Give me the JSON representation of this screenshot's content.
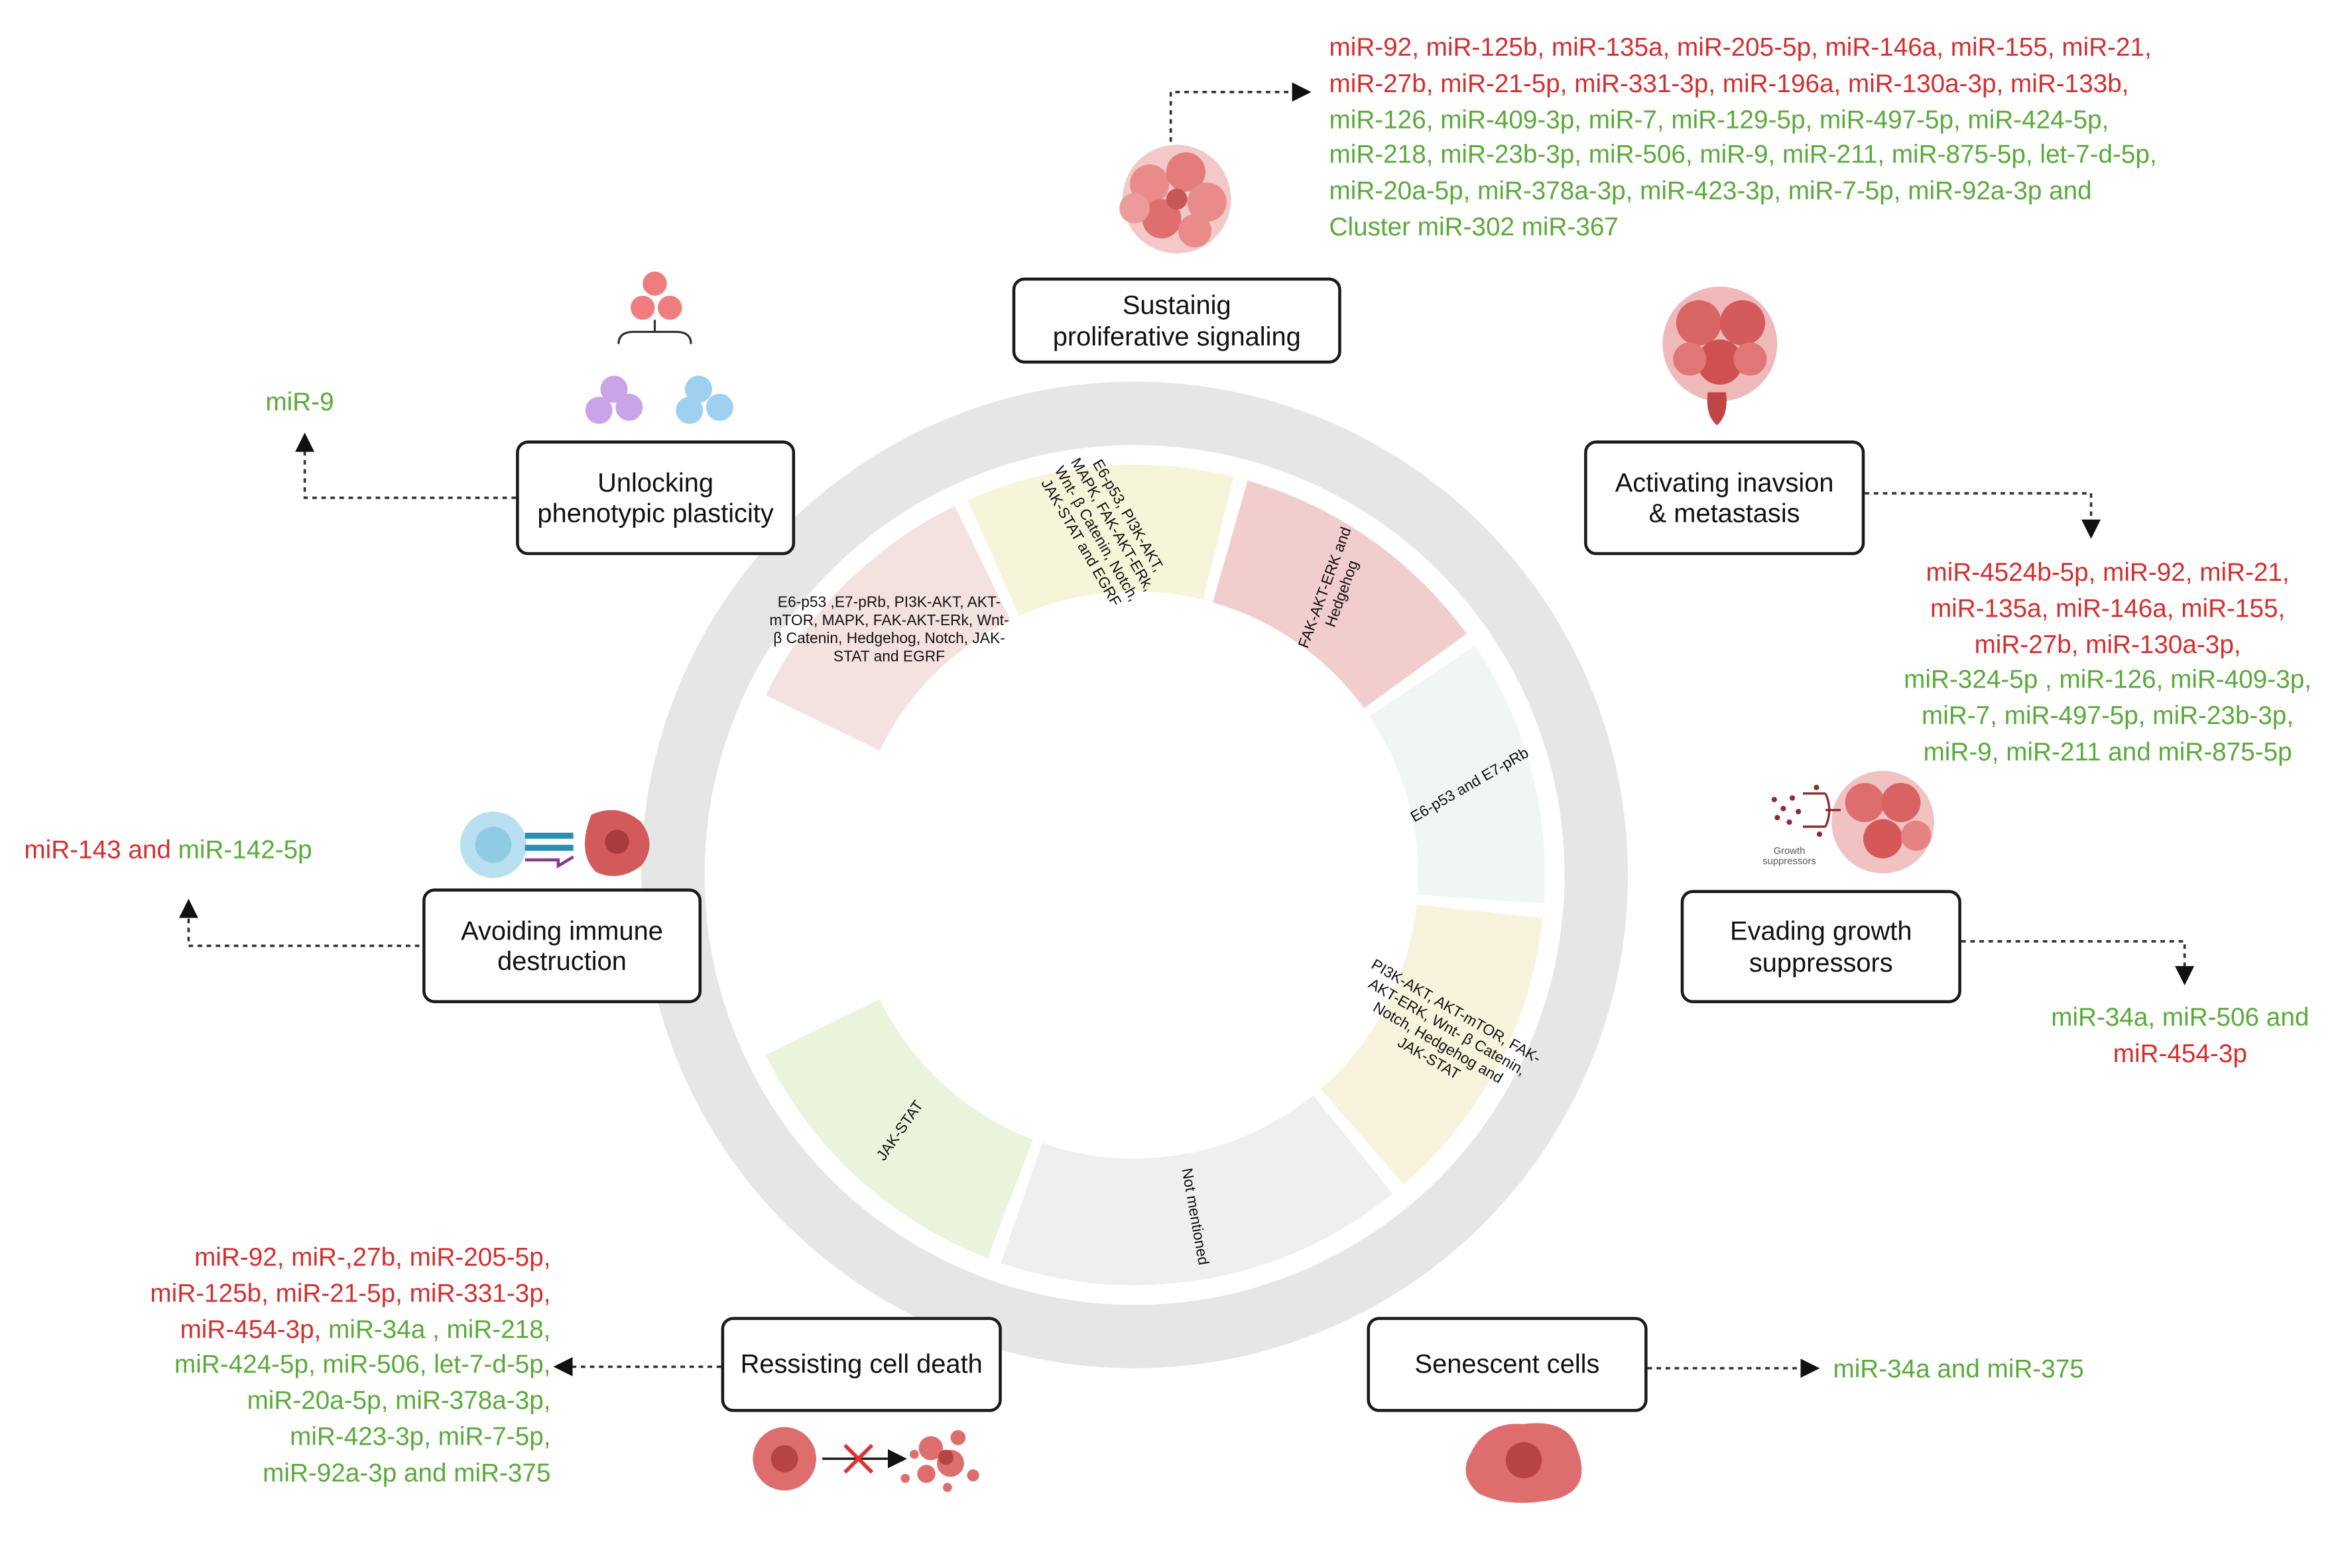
{
  "colors": {
    "red": "#d32f2f",
    "green": "#5aaa3b",
    "ring": "#e6e6e6"
  },
  "ring_segments": [
    {
      "text": "E6-p53 ,E7-pRb, PI3K-AKT,     AKT-\nmTOR, MAPK, FAK-AKT-ERk, Wnt-\nβ Catenin, Hedgehog, Notch, JAK-\nSTAT and EGRF",
      "color": "#f4e2e1"
    },
    {
      "text": "E6-p53, PI3K-AKT,\nMAPK, FAK-AKT-ERk,\nWnt- β Catenin, Notch,\nJAK-STAT and EGRF",
      "color": "#f7f5d9"
    },
    {
      "text": "FAK-AKT-ERK and\nHedgehog",
      "color": "#f2cdcd"
    },
    {
      "text": "E6-p53 and E7-pRb",
      "color": "#eff6f4"
    },
    {
      "text": "PI3K-AKT, AKT-mTOR, FAK-\nAKT-ERK, Wnt- β Catenin,\nNotch, Hedgehog and\nJAK-STAT",
      "color": "#f7f3dc"
    },
    {
      "text": "Not mentioned",
      "color": "#efefef"
    },
    {
      "text": "JAK-STAT",
      "color": "#eaf4dc"
    }
  ],
  "hallmarks": {
    "proliferative": "Sustainig\nproliferative signaling",
    "invasion": "Activating inavsion\n& metastasis",
    "growth": "Evading growth\nsuppressors",
    "senescent": "Senescent cells",
    "death": "Ressisting cell death",
    "immune": "Avoiding immune\ndestruction",
    "plasticity": "Unlocking\nphenotypic plasticity"
  },
  "mirnas": {
    "proliferative": [
      {
        "t": "miR-92, miR-125b, miR-135a, miR-205-5p, miR-146a, miR-155, miR-21,",
        "c": "red"
      },
      {
        "t": "miR-27b, miR-21-5p, miR-331-3p, miR-196a, miR-130a-3p, miR-133b,",
        "c": "red"
      },
      {
        "t": "miR-126, miR-409-3p, miR-7, miR-129-5p, miR-497-5p, miR-424-5p,",
        "c": "green"
      },
      {
        "t": "miR-218, miR-23b-3p, miR-506, miR-9, miR-211, miR-875-5p, let-7-d-5p,",
        "c": "green"
      },
      {
        "t": "miR-20a-5p,  miR-378a-3p,  miR-423-3p,  miR-7-5p,   miR-92a-3p and",
        "c": "green"
      },
      {
        "t": "Cluster miR-302 miR-367",
        "c": "green"
      }
    ],
    "invasion": [
      {
        "t": "miR-4524b-5p, miR-92, miR-21,",
        "c": "red"
      },
      {
        "t": "miR-135a,  miR-146a, miR-155,",
        "c": "red"
      },
      {
        "t": "miR-27b,  miR-130a-3p,",
        "c": "red"
      },
      {
        "t": "miR-324-5p , miR-126, miR-409-3p,",
        "c": "green"
      },
      {
        "t": "miR-7,  miR-497-5p, miR-23b-3p,",
        "c": "green"
      },
      {
        "t": "miR-9, miR-211 and miR-875-5p",
        "c": "green"
      }
    ],
    "growth_1": "miR-34a, miR-506 and",
    "growth_2": "miR-454-3p",
    "senescent": "miR-34a and miR-375",
    "death": [
      {
        "t": "miR-92, miR-,27b, miR-205-5p,",
        "c": "red"
      },
      {
        "t": "miR-125b, miR-21-5p, miR-331-3p,",
        "c": "red"
      },
      {
        "t": "miR-34a , miR-218,",
        "c": "green"
      },
      {
        "t": "miR-424-5p, miR-506, let-7-d-5p,",
        "c": "green"
      },
      {
        "t": "miR-20a-5p,  miR-378a-3p,",
        "c": "green"
      },
      {
        "t": "miR-423-3p,  miR-7-5p,",
        "c": "green"
      },
      {
        "t": "miR-92a-3p and miR-375",
        "c": "green"
      }
    ],
    "death_red_prefix": "miR-454-3p,",
    "immune_red": "miR-143 and",
    "immune_green": "miR-142-5p",
    "plasticity": "miR-9"
  },
  "icon_labels": {
    "growth_suppressors": "Growth\nsuppressors"
  },
  "icons": [
    "tumor-cluster-icon",
    "invading-tumor-icon",
    "growth-suppressor-icon",
    "senescent-cell-icon",
    "apoptosis-icon",
    "immune-cell-icon",
    "cell-differentiation-icon"
  ]
}
